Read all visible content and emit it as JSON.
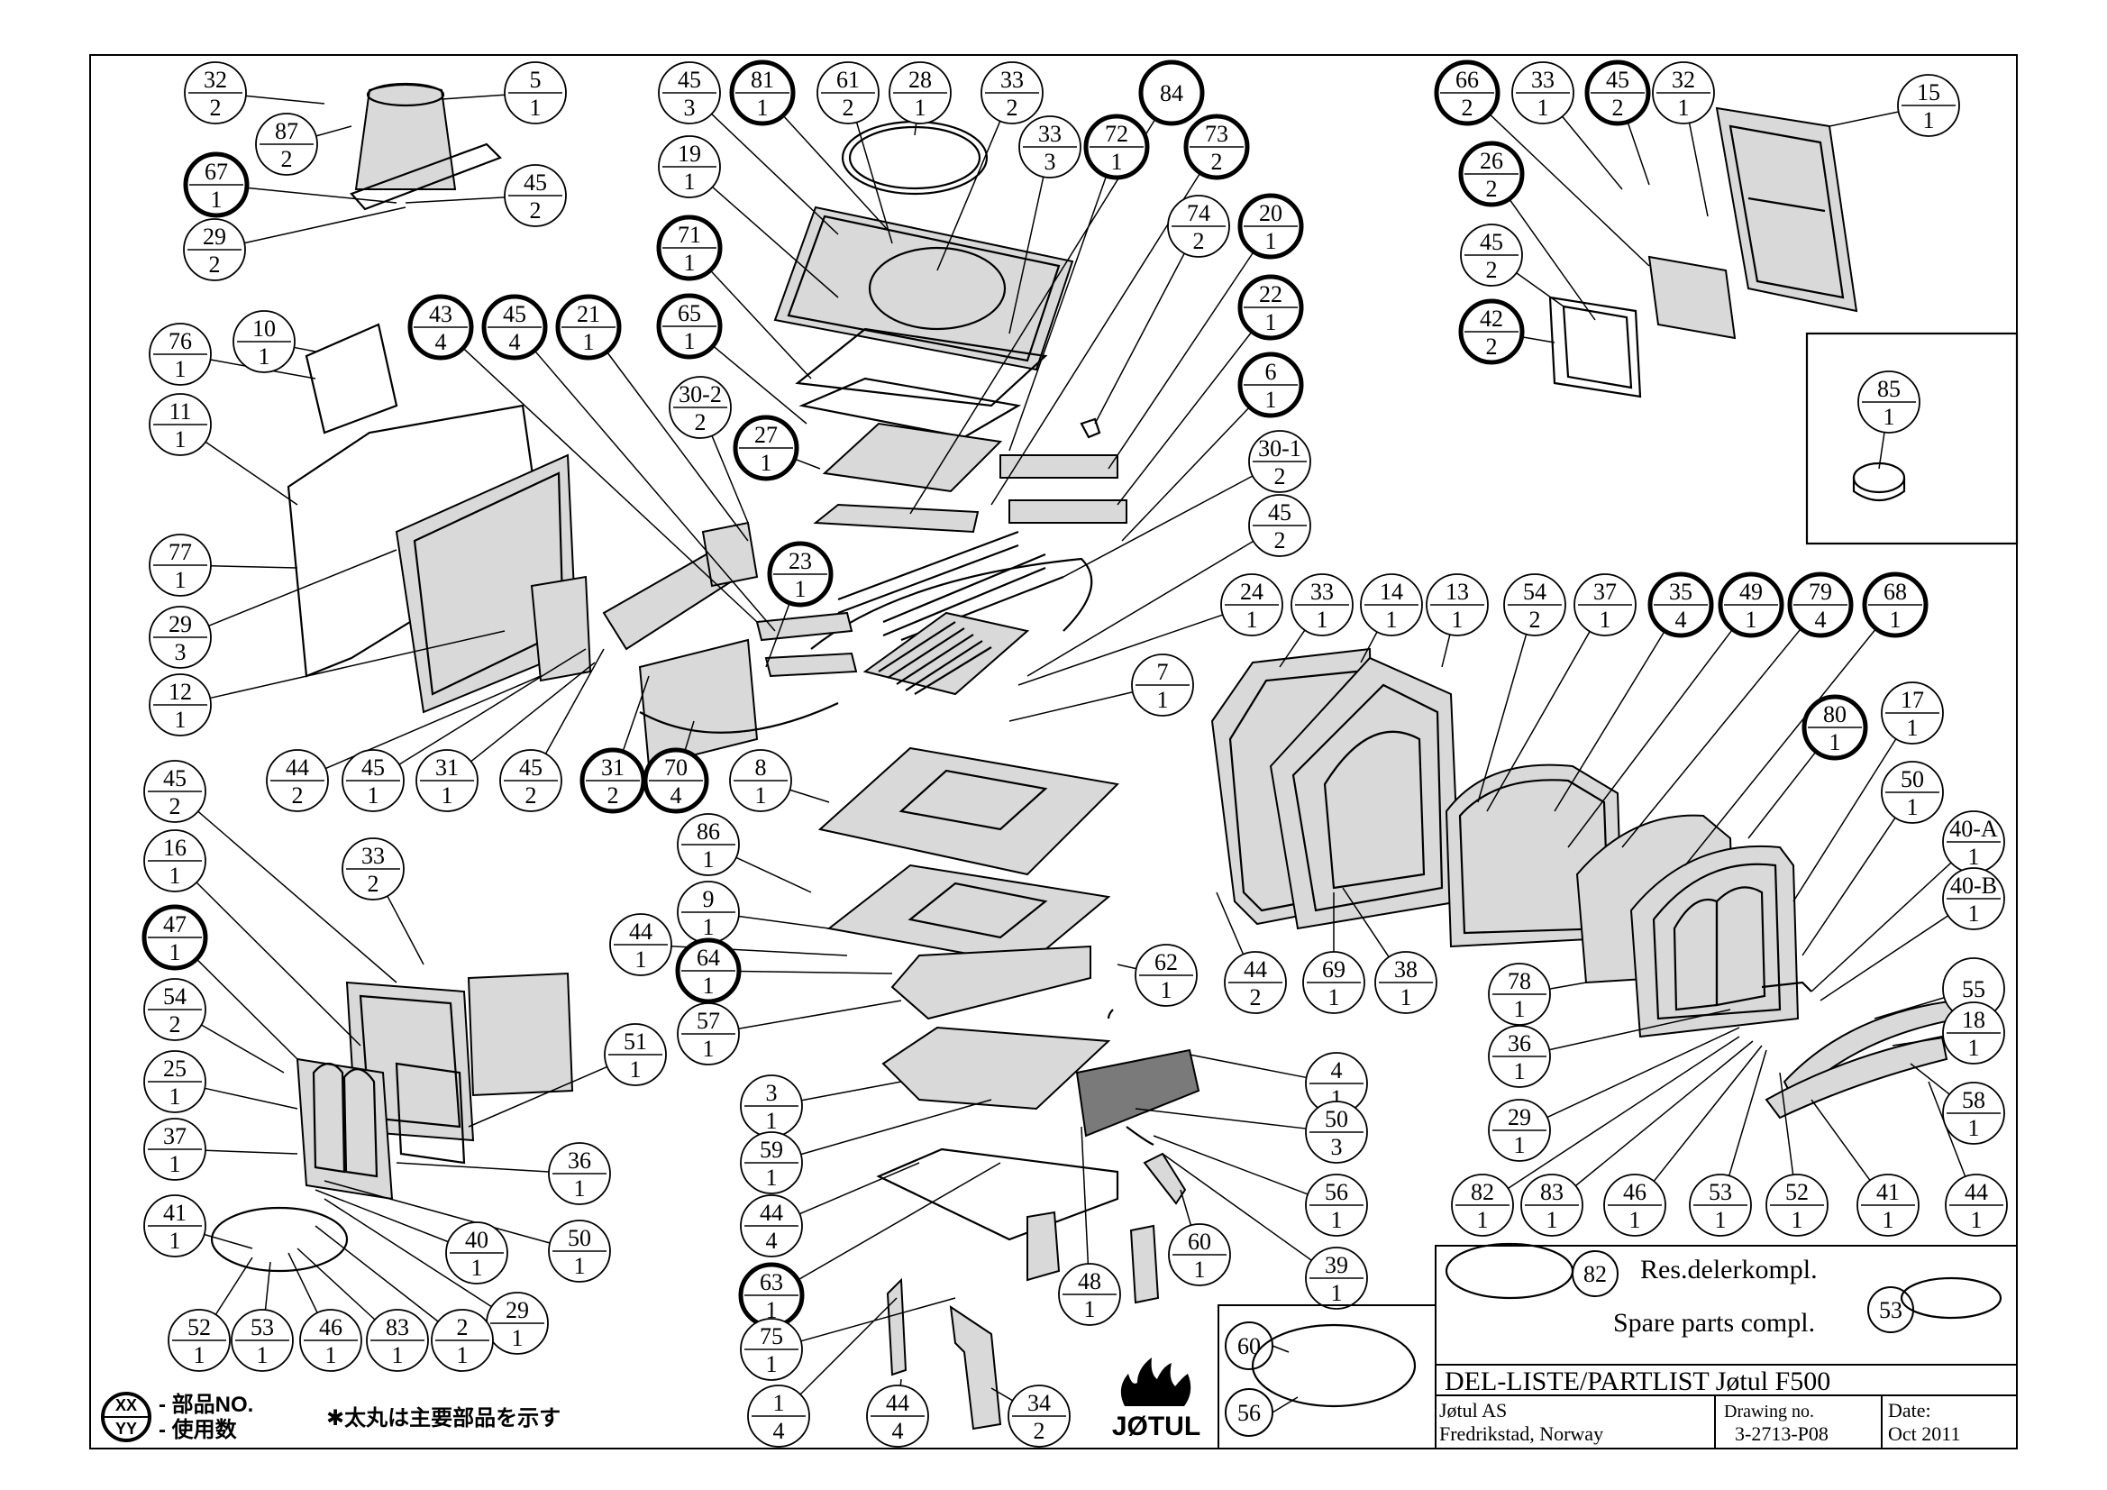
{
  "title_block": {
    "title": "DEL-LISTE/PARTLIST Jøtul F500",
    "company": "Jøtul AS",
    "location": "Fredrikstad, Norway",
    "drawing_no_label": "Drawing no.",
    "drawing_no": "3-2713-P08",
    "date_label": "Date:",
    "date": "Oct 2011"
  },
  "spare_parts": {
    "no_label": "Res.delerkompl.",
    "en_label": "Spare parts compl.",
    "kit_a": "82",
    "kit_b": "53",
    "inset_a": "60",
    "inset_b": "56"
  },
  "legend": {
    "symbol_top": "XX",
    "symbol_bottom": "YY",
    "part_no_text": "- 部品NO.",
    "qty_text": "- 使用数",
    "note": "✱太丸は主要部品を示す",
    "logo_text": "JØTUL"
  },
  "balloons": [
    {
      "id": "b-32a",
      "part": "32",
      "qty": "2",
      "bold": false
    },
    {
      "id": "b-5",
      "part": "5",
      "qty": "1",
      "bold": false
    },
    {
      "id": "b-87",
      "part": "87",
      "qty": "2",
      "bold": false
    },
    {
      "id": "b-67",
      "part": "67",
      "qty": "1",
      "bold": true
    },
    {
      "id": "b-45a",
      "part": "45",
      "qty": "2",
      "bold": false
    },
    {
      "id": "b-29a",
      "part": "29",
      "qty": "2",
      "bold": false
    },
    {
      "id": "b-45b",
      "part": "45",
      "qty": "3",
      "bold": false
    },
    {
      "id": "b-81",
      "part": "81",
      "qty": "1",
      "bold": true
    },
    {
      "id": "b-61",
      "part": "61",
      "qty": "2",
      "bold": false
    },
    {
      "id": "b-28",
      "part": "28",
      "qty": "1",
      "bold": false
    },
    {
      "id": "b-33a",
      "part": "33",
      "qty": "2",
      "bold": false
    },
    {
      "id": "b-84",
      "part": "84",
      "qty": "",
      "bold": true
    },
    {
      "id": "b-19",
      "part": "19",
      "qty": "1",
      "bold": false
    },
    {
      "id": "b-33b",
      "part": "33",
      "qty": "3",
      "bold": false
    },
    {
      "id": "b-72",
      "part": "72",
      "qty": "1",
      "bold": true
    },
    {
      "id": "b-73",
      "part": "73",
      "qty": "2",
      "bold": true
    },
    {
      "id": "b-74",
      "part": "74",
      "qty": "2",
      "bold": false
    },
    {
      "id": "b-20",
      "part": "20",
      "qty": "1",
      "bold": true
    },
    {
      "id": "b-71",
      "part": "71",
      "qty": "1",
      "bold": true
    },
    {
      "id": "b-22",
      "part": "22",
      "qty": "1",
      "bold": true
    },
    {
      "id": "b-65",
      "part": "65",
      "qty": "1",
      "bold": true
    },
    {
      "id": "b-6",
      "part": "6",
      "qty": "1",
      "bold": true
    },
    {
      "id": "b-30-2",
      "part": "30-2",
      "qty": "2",
      "bold": false
    },
    {
      "id": "b-30-1",
      "part": "30-1",
      "qty": "2",
      "bold": false
    },
    {
      "id": "b-27",
      "part": "27",
      "qty": "1",
      "bold": true
    },
    {
      "id": "b-45c",
      "part": "45",
      "qty": "2",
      "bold": false
    },
    {
      "id": "b-66",
      "part": "66",
      "qty": "2",
      "bold": true
    },
    {
      "id": "b-33c",
      "part": "33",
      "qty": "1",
      "bold": false
    },
    {
      "id": "b-45d",
      "part": "45",
      "qty": "2",
      "bold": true
    },
    {
      "id": "b-32b",
      "part": "32",
      "qty": "1",
      "bold": false
    },
    {
      "id": "b-15",
      "part": "15",
      "qty": "1",
      "bold": false
    },
    {
      "id": "b-26",
      "part": "26",
      "qty": "2",
      "bold": true
    },
    {
      "id": "b-45e",
      "part": "45",
      "qty": "2",
      "bold": false
    },
    {
      "id": "b-42",
      "part": "42",
      "qty": "2",
      "bold": true
    },
    {
      "id": "b-85",
      "part": "85",
      "qty": "1",
      "bold": false
    },
    {
      "id": "b-76",
      "part": "76",
      "qty": "1",
      "bold": false
    },
    {
      "id": "b-10",
      "part": "10",
      "qty": "1",
      "bold": false
    },
    {
      "id": "b-43",
      "part": "43",
      "qty": "4",
      "bold": true
    },
    {
      "id": "b-45f",
      "part": "45",
      "qty": "4",
      "bold": true
    },
    {
      "id": "b-21",
      "part": "21",
      "qty": "1",
      "bold": true
    },
    {
      "id": "b-11",
      "part": "11",
      "qty": "1",
      "bold": false
    },
    {
      "id": "b-77",
      "part": "77",
      "qty": "1",
      "bold": false
    },
    {
      "id": "b-29b",
      "part": "29",
      "qty": "3",
      "bold": false
    },
    {
      "id": "b-12",
      "part": "12",
      "qty": "1",
      "bold": false
    },
    {
      "id": "b-23",
      "part": "23",
      "qty": "1",
      "bold": true
    },
    {
      "id": "b-44a",
      "part": "44",
      "qty": "2",
      "bold": false
    },
    {
      "id": "b-45g",
      "part": "45",
      "qty": "1",
      "bold": false
    },
    {
      "id": "b-31a",
      "part": "31",
      "qty": "1",
      "bold": false
    },
    {
      "id": "b-45h",
      "part": "45",
      "qty": "2",
      "bold": false
    },
    {
      "id": "b-31b",
      "part": "31",
      "qty": "2",
      "bold": true
    },
    {
      "id": "b-70",
      "part": "70",
      "qty": "4",
      "bold": true
    },
    {
      "id": "b-8",
      "part": "8",
      "qty": "1",
      "bold": false
    },
    {
      "id": "b-7",
      "part": "7",
      "qty": "1",
      "bold": false
    },
    {
      "id": "b-24",
      "part": "24",
      "qty": "1",
      "bold": false
    },
    {
      "id": "b-33d",
      "part": "33",
      "qty": "1",
      "bold": false
    },
    {
      "id": "b-14",
      "part": "14",
      "qty": "1",
      "bold": false
    },
    {
      "id": "b-13",
      "part": "13",
      "qty": "1",
      "bold": false
    },
    {
      "id": "b-54a",
      "part": "54",
      "qty": "2",
      "bold": false
    },
    {
      "id": "b-37a",
      "part": "37",
      "qty": "1",
      "bold": false
    },
    {
      "id": "b-35",
      "part": "35",
      "qty": "4",
      "bold": true
    },
    {
      "id": "b-49",
      "part": "49",
      "qty": "1",
      "bold": true
    },
    {
      "id": "b-79",
      "part": "79",
      "qty": "4",
      "bold": true
    },
    {
      "id": "b-68",
      "part": "68",
      "qty": "1",
      "bold": true
    },
    {
      "id": "b-80",
      "part": "80",
      "qty": "1",
      "bold": true
    },
    {
      "id": "b-17",
      "part": "17",
      "qty": "1",
      "bold": false
    },
    {
      "id": "b-50a",
      "part": "50",
      "qty": "1",
      "bold": false
    },
    {
      "id": "b-40-A",
      "part": "40-A",
      "qty": "1",
      "bold": false
    },
    {
      "id": "b-40-B",
      "part": "40-B",
      "qty": "1",
      "bold": false
    },
    {
      "id": "b-55",
      "part": "55",
      "qty": "",
      "bold": false
    },
    {
      "id": "b-18",
      "part": "18",
      "qty": "1",
      "bold": false
    },
    {
      "id": "b-58",
      "part": "58",
      "qty": "1",
      "bold": false
    },
    {
      "id": "b-45i",
      "part": "45",
      "qty": "2",
      "bold": false
    },
    {
      "id": "b-16",
      "part": "16",
      "qty": "1",
      "bold": false
    },
    {
      "id": "b-33e",
      "part": "33",
      "qty": "2",
      "bold": false
    },
    {
      "id": "b-47",
      "part": "47",
      "qty": "1",
      "bold": true
    },
    {
      "id": "b-54b",
      "part": "54",
      "qty": "2",
      "bold": false
    },
    {
      "id": "b-25",
      "part": "25",
      "qty": "1",
      "bold": false
    },
    {
      "id": "b-51",
      "part": "51",
      "qty": "1",
      "bold": false
    },
    {
      "id": "b-37b",
      "part": "37",
      "qty": "1",
      "bold": false
    },
    {
      "id": "b-36a",
      "part": "36",
      "qty": "1",
      "bold": false
    },
    {
      "id": "b-41a",
      "part": "41",
      "qty": "1",
      "bold": false
    },
    {
      "id": "b-50b",
      "part": "50",
      "qty": "1",
      "bold": false
    },
    {
      "id": "b-40",
      "part": "40",
      "qty": "1",
      "bold": false
    },
    {
      "id": "b-29c",
      "part": "29",
      "qty": "1",
      "bold": false
    },
    {
      "id": "b-52a",
      "part": "52",
      "qty": "1",
      "bold": false
    },
    {
      "id": "b-53a",
      "part": "53",
      "qty": "1",
      "bold": false
    },
    {
      "id": "b-46a",
      "part": "46",
      "qty": "1",
      "bold": false
    },
    {
      "id": "b-83a",
      "part": "83",
      "qty": "1",
      "bold": false
    },
    {
      "id": "b-2",
      "part": "2",
      "qty": "1",
      "bold": false
    },
    {
      "id": "b-86",
      "part": "86",
      "qty": "1",
      "bold": false
    },
    {
      "id": "b-9",
      "part": "9",
      "qty": "1",
      "bold": false
    },
    {
      "id": "b-44b",
      "part": "44",
      "qty": "1",
      "bold": false
    },
    {
      "id": "b-64",
      "part": "64",
      "qty": "1",
      "bold": true
    },
    {
      "id": "b-62",
      "part": "62",
      "qty": "1",
      "bold": false
    },
    {
      "id": "b-57",
      "part": "57",
      "qty": "1",
      "bold": false
    },
    {
      "id": "b-44c",
      "part": "44",
      "qty": "2",
      "bold": false
    },
    {
      "id": "b-69",
      "part": "69",
      "qty": "1",
      "bold": false
    },
    {
      "id": "b-38",
      "part": "38",
      "qty": "1",
      "bold": false
    },
    {
      "id": "b-78",
      "part": "78",
      "qty": "1",
      "bold": false
    },
    {
      "id": "b-36b",
      "part": "36",
      "qty": "1",
      "bold": false
    },
    {
      "id": "b-29d",
      "part": "29",
      "qty": "1",
      "bold": false
    },
    {
      "id": "b-3",
      "part": "3",
      "qty": "1",
      "bold": false
    },
    {
      "id": "b-4",
      "part": "4",
      "qty": "1",
      "bold": false
    },
    {
      "id": "b-59",
      "part": "59",
      "qty": "1",
      "bold": false
    },
    {
      "id": "b-50c",
      "part": "50",
      "qty": "3",
      "bold": false
    },
    {
      "id": "b-56",
      "part": "56",
      "qty": "1",
      "bold": false
    },
    {
      "id": "b-44d",
      "part": "44",
      "qty": "4",
      "bold": false
    },
    {
      "id": "b-60",
      "part": "60",
      "qty": "1",
      "bold": false
    },
    {
      "id": "b-39",
      "part": "39",
      "qty": "1",
      "bold": false
    },
    {
      "id": "b-63",
      "part": "63",
      "qty": "1",
      "bold": true
    },
    {
      "id": "b-48",
      "part": "48",
      "qty": "1",
      "bold": false
    },
    {
      "id": "b-75",
      "part": "75",
      "qty": "1",
      "bold": false
    },
    {
      "id": "b-1",
      "part": "1",
      "qty": "4",
      "bold": false
    },
    {
      "id": "b-44e",
      "part": "44",
      "qty": "4",
      "bold": false
    },
    {
      "id": "b-34",
      "part": "34",
      "qty": "2",
      "bold": false
    },
    {
      "id": "b-82",
      "part": "82",
      "qty": "1",
      "bold": false
    },
    {
      "id": "b-83b",
      "part": "83",
      "qty": "1",
      "bold": false
    },
    {
      "id": "b-46b",
      "part": "46",
      "qty": "1",
      "bold": false
    },
    {
      "id": "b-53b",
      "part": "53",
      "qty": "1",
      "bold": false
    },
    {
      "id": "b-52b",
      "part": "52",
      "qty": "1",
      "bold": false
    },
    {
      "id": "b-41b",
      "part": "41",
      "qty": "1",
      "bold": false
    },
    {
      "id": "b-44f",
      "part": "44",
      "qty": "1",
      "bold": false
    }
  ]
}
